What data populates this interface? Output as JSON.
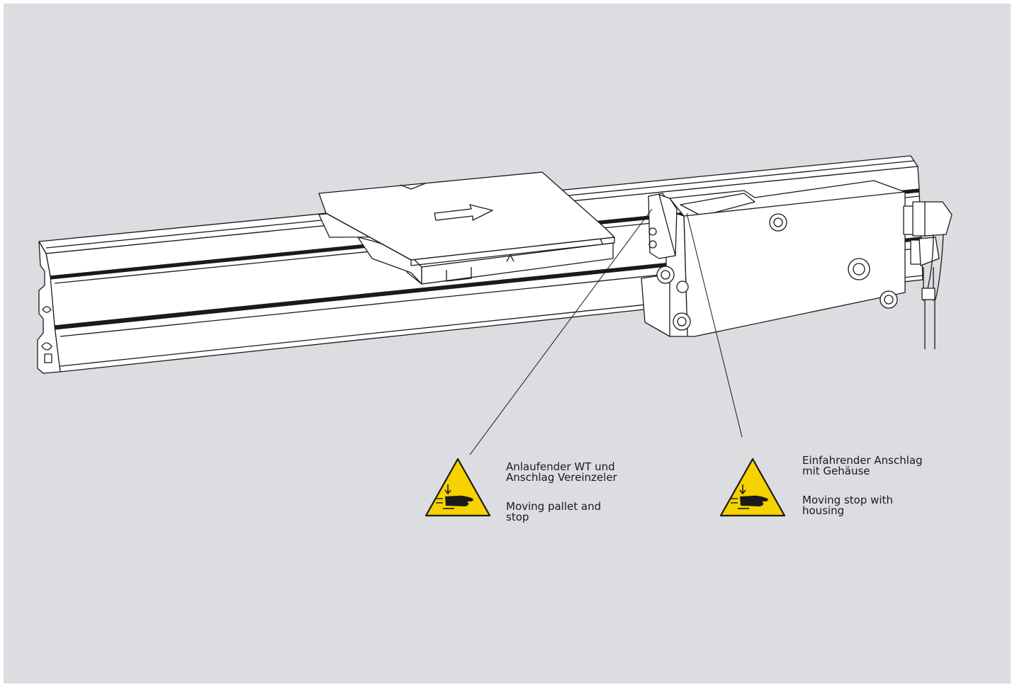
{
  "warnings": [
    {
      "de": "Anlaufender WT und\nAnschlag Vereinzeler",
      "en": "Moving pallet and\nstop",
      "icon": "crush-hazard-warning-icon"
    },
    {
      "de": "Einfahrender Anschlag\nmit Gehäuse",
      "en": "Moving stop with\nhousing",
      "icon": "crush-hazard-warning-icon"
    }
  ],
  "colors": {
    "background": "#dcdde0",
    "part_fill": "#ffffff",
    "line": "#1a1a1a",
    "warning_yellow": "#f5d200"
  }
}
